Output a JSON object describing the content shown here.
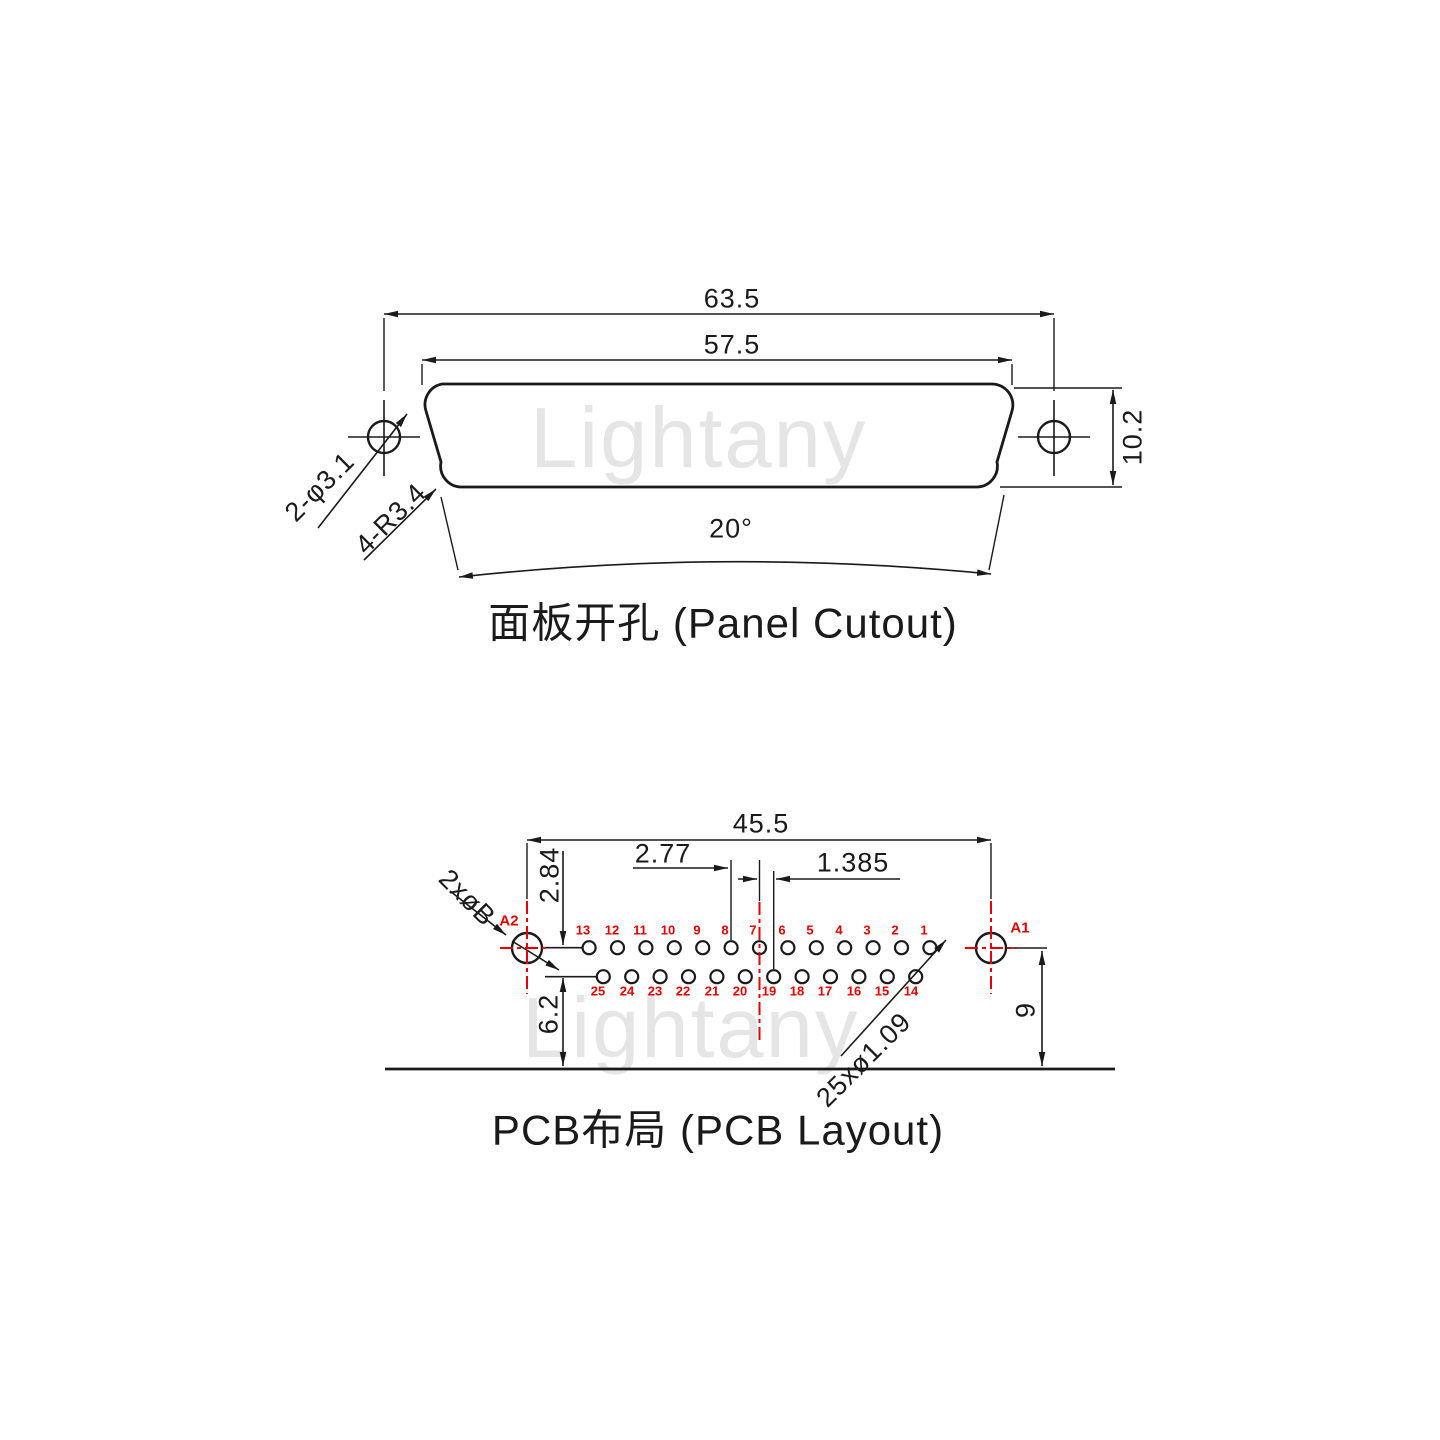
{
  "watermark": {
    "text": "Lightany"
  },
  "panel": {
    "title": "面板开孔 (Panel Cutout)",
    "dim_outer_width": "63.5",
    "dim_inner_width": "57.5",
    "dim_height": "10.2",
    "dim_angle": "20°",
    "label_holes": "2-φ3.1",
    "label_corner_radius": "4-R3.4"
  },
  "pcb": {
    "title": "PCB布局 (PCB Layout)",
    "dim_span": "45.5",
    "dim_row_offset": "2.84",
    "dim_pitch": "2.77",
    "dim_half_pitch": "1.385",
    "dim_row_to_edge": "6.2",
    "dim_hole_to_edge": "9",
    "label_mount_holes": "2xøB",
    "label_pin_holes": "25xø1.09",
    "label_hole_a1": "A1",
    "label_hole_a2": "A2",
    "pin_numbers_top": [
      "13",
      "12",
      "11",
      "10",
      "9",
      "8",
      "7",
      "6",
      "5",
      "4",
      "3",
      "2",
      "1"
    ],
    "pin_numbers_bottom": [
      "25",
      "24",
      "23",
      "22",
      "21",
      "20",
      "19",
      "18",
      "17",
      "16",
      "15",
      "14"
    ]
  },
  "colors": {
    "line": "#1a1a1a",
    "accent_red": "#e60000",
    "watermark": "#e5e5e5"
  }
}
